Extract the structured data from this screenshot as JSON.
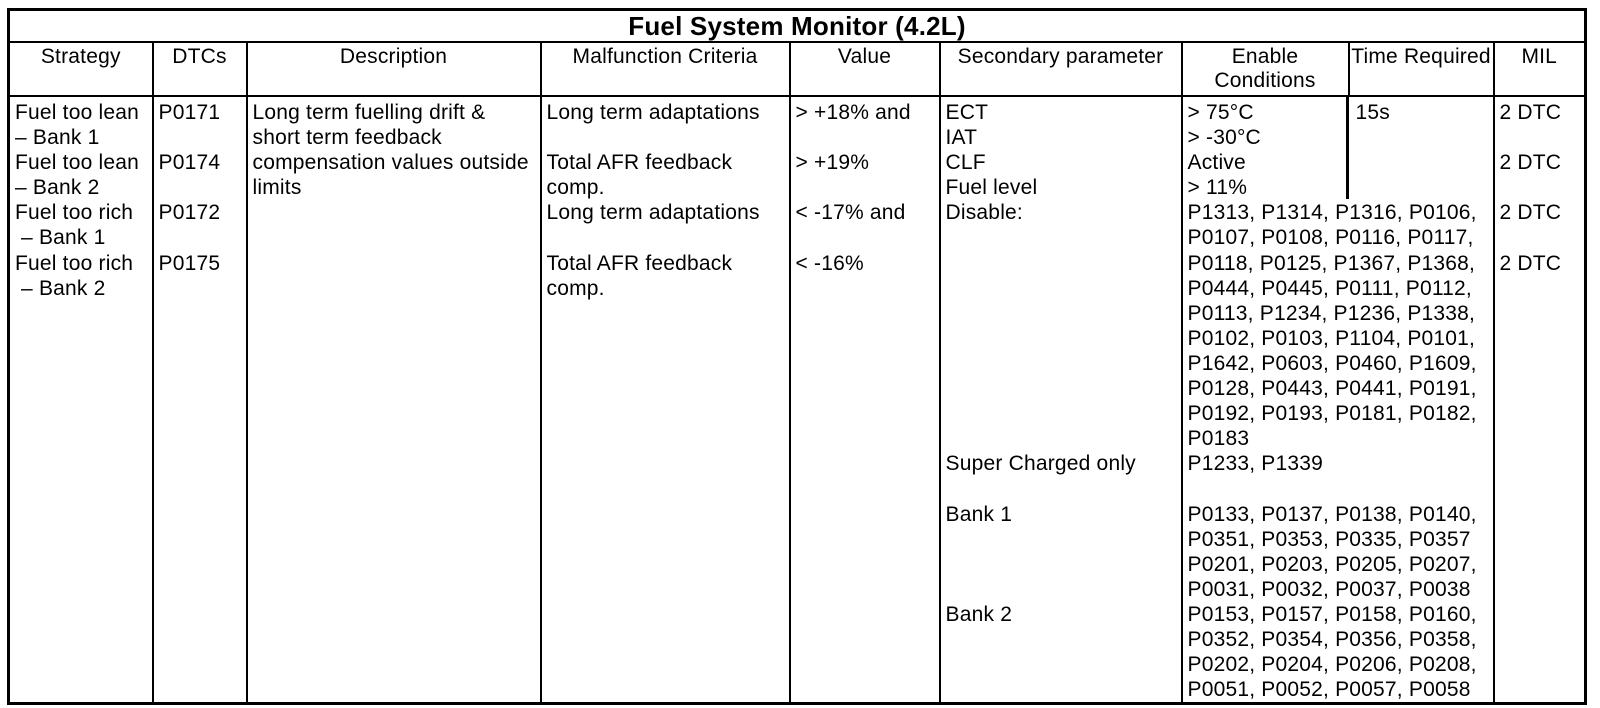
{
  "title": "Fuel System Monitor (4.2L)",
  "headers": {
    "strategy": "Strategy",
    "dtcs": "DTCs",
    "description": "Description",
    "malfunction": "Malfunction Criteria",
    "value": "Value",
    "secondary": "Secondary parameter",
    "enable": "Enable Conditions",
    "time": "Time Required",
    "mil": "MIL"
  },
  "rows": {
    "strategy": [
      "Fuel too lean",
      "– Bank 1",
      "Fuel too lean",
      "– Bank 2",
      "Fuel too rich",
      " – Bank 1",
      "Fuel too rich",
      " – Bank 2"
    ],
    "dtcs": [
      "P0171",
      "",
      "P0174",
      "",
      "P0172",
      "",
      "P0175"
    ],
    "description": [
      "Long term fuelling drift &",
      "short term feedback",
      "compensation values outside",
      "limits"
    ],
    "malfunction": [
      "Long term adaptations",
      "",
      "Total AFR feedback",
      "comp.",
      "Long term adaptations",
      "",
      "Total AFR feedback",
      "comp."
    ],
    "value": [
      "> +18% and",
      "",
      "> +19%",
      "",
      "< -17% and",
      "",
      "< -16%"
    ],
    "secondary": [
      "ECT",
      "IAT",
      "CLF",
      "Fuel level",
      "Disable:",
      "",
      "",
      "",
      "",
      "",
      "",
      "",
      "",
      "",
      "Super Charged only",
      "",
      "Bank 1",
      "",
      "",
      "",
      "Bank 2"
    ],
    "enable": [
      "> 75°C",
      "> -30°C",
      "Active",
      "> 11%",
      "P1313, P1314, P1316, P0106,",
      "P0107, P0108, P0116, P0117,",
      "P0118, P0125, P1367, P1368,",
      "P0444, P0445, P0111, P0112,",
      "P0113, P1234, P1236, P1338,",
      "P0102, P0103, P1104, P0101,",
      "P1642, P0603, P0460, P1609,",
      "P0128, P0443, P0441, P0191,",
      "P0192, P0193, P0181, P0182,",
      "P0183",
      "P1233, P1339",
      "",
      "P0133, P0137, P0138, P0140,",
      "P0351, P0353, P0335, P0357",
      "P0201, P0203, P0205, P0207,",
      "P0031, P0032, P0037, P0038",
      "P0153, P0157, P0158, P0160,",
      "P0352, P0354, P0356, P0358,",
      "P0202, P0204, P0206, P0208,",
      "P0051, P0052, P0057, P0058"
    ],
    "time": "15s",
    "mil": [
      "2 DTC",
      "",
      "2 DTC",
      "",
      "2 DTC",
      "",
      "2 DTC"
    ]
  }
}
